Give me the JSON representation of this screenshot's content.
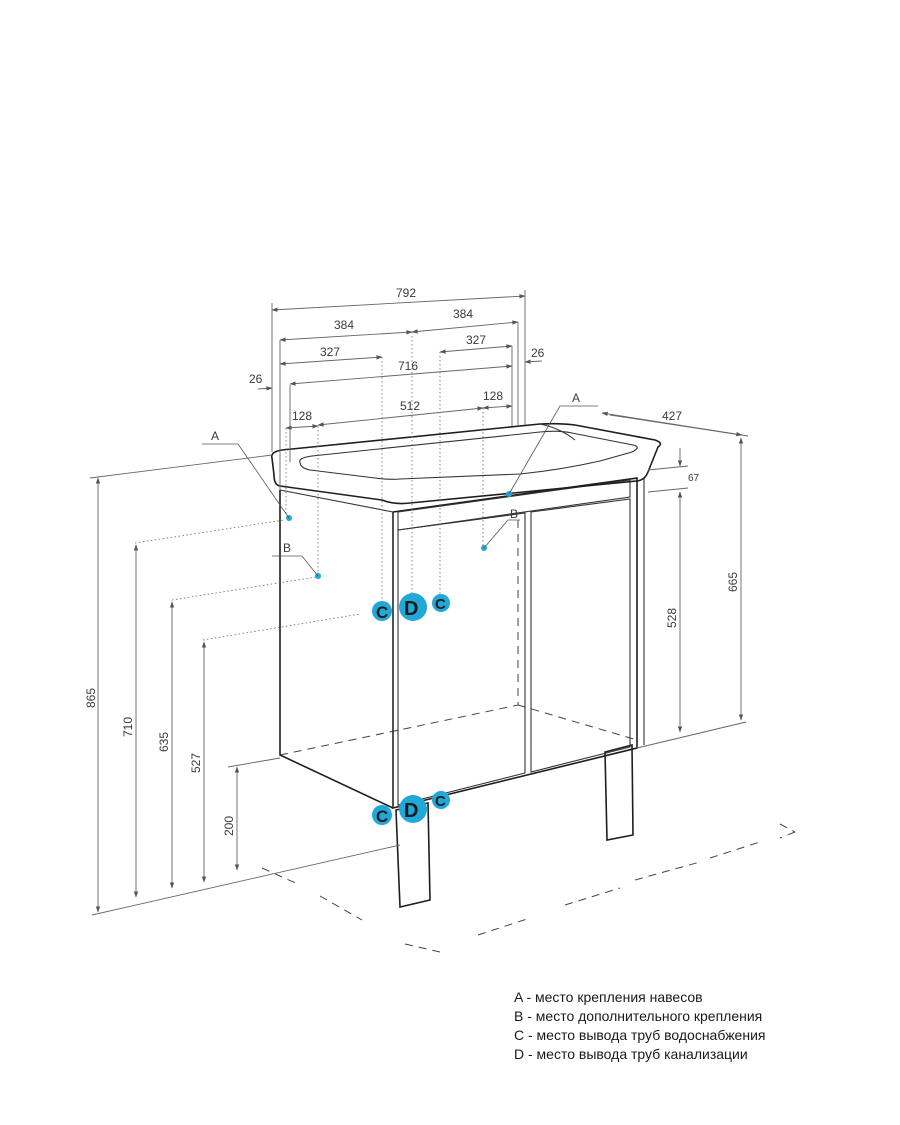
{
  "dimensions": {
    "overall_width": "792",
    "left_half": "384",
    "right_half": "384",
    "left_inner": "327",
    "right_inner": "327",
    "left_offset": "26",
    "right_offset": "26",
    "inner_span": "716",
    "left_small": "128",
    "center_span": "512",
    "right_small": "128",
    "depth": "427",
    "top_gap": "67",
    "height_total": "865",
    "height_a": "710",
    "height_b": "635",
    "height_c": "527",
    "height_floor": "200",
    "height_cabinet": "528",
    "height_sink": "665"
  },
  "markers": {
    "a_left": "A",
    "a_right": "A",
    "b_left": "B",
    "b_right": "B",
    "c": "C",
    "d": "D"
  },
  "marker_color": "#1fa8d8",
  "legend": {
    "a": "A - место крепления навесов",
    "b": "B - место дополнительного крепления",
    "c": "C - место вывода труб водоснабжения",
    "d": "D - место вывода труб канализации"
  }
}
